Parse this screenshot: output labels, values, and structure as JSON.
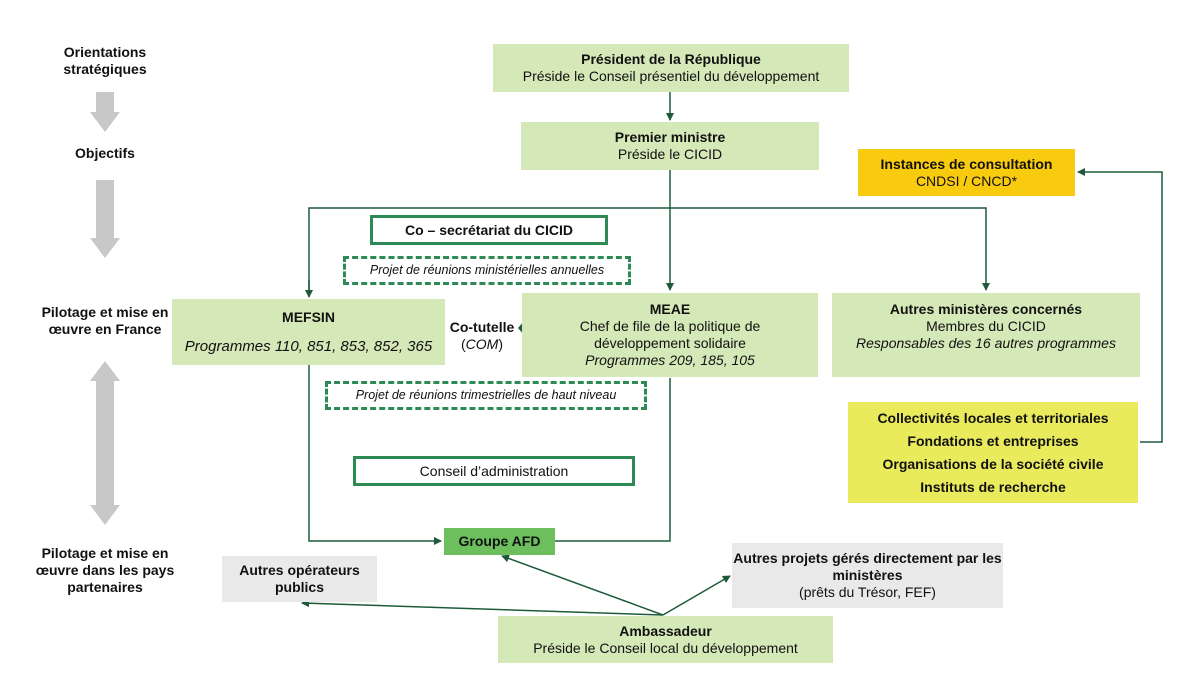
{
  "left_axis": {
    "stages": [
      "Orientations stratégiques",
      "Objectifs",
      "Pilotage et mise en œuvre en France",
      "Pilotage et mise en œuvre dans les pays partenaires"
    ],
    "arrow_color": "#c8c8c8"
  },
  "colors": {
    "green_box": "#d5e8b8",
    "afd_box": "#6cbf5c",
    "consultation_box": "#f9cb0f",
    "society_box": "#e9ea5c",
    "grey_box": "#e9e9e9",
    "line": "#1e5a3a",
    "outline": "#2e8a55"
  },
  "nodes": {
    "president": {
      "title": "Président de la République",
      "subtitle": "Préside le Conseil présentiel du développement"
    },
    "premier_ministre": {
      "title": "Premier ministre",
      "subtitle": "Préside le CICID"
    },
    "consultation": {
      "title": "Instances de consultation",
      "subtitle": "CNDSI / CNCD*"
    },
    "co_secretariat": {
      "title": "Co – secrétariat du CICID"
    },
    "reunions_annuelles": {
      "text": "Projet de réunions ministérielles annuelles"
    },
    "mefsin": {
      "title": "MEFSIN",
      "programmes": "Programmes 110, 851, 853, 852, 365"
    },
    "cotutelle": {
      "title": "Co-tutelle",
      "subtitle_open": "(",
      "subtitle_it": "COM",
      "subtitle_close": ")"
    },
    "meae": {
      "title": "MEAE",
      "line1": "Chef de file de la politique de",
      "line2": "développement solidaire",
      "programmes": "Programmes 209, 185, 105"
    },
    "autres_ministeres": {
      "title": "Autres ministères concernés",
      "subtitle": "Membres du CICID",
      "programmes": "Responsables des 16 autres programmes"
    },
    "reunions_trimestrielles": {
      "text": "Projet de réunions trimestrielles de haut niveau"
    },
    "societe": {
      "items": [
        "Collectivités locales et territoriales",
        "Fondations et entreprises",
        "Organisations de la société civile",
        "Instituts de recherche"
      ]
    },
    "conseil_admin": {
      "title": "Conseil d’administration"
    },
    "groupe_afd": {
      "title": "Groupe AFD"
    },
    "autres_operateurs": {
      "title": "Autres opérateurs publics"
    },
    "autres_projets": {
      "title": "Autres projets gérés directement par les ministères",
      "subtitle": "(prêts du Trésor, FEF)"
    },
    "ambassadeur": {
      "title": "Ambassadeur",
      "subtitle": "Préside le Conseil local du développement"
    }
  }
}
